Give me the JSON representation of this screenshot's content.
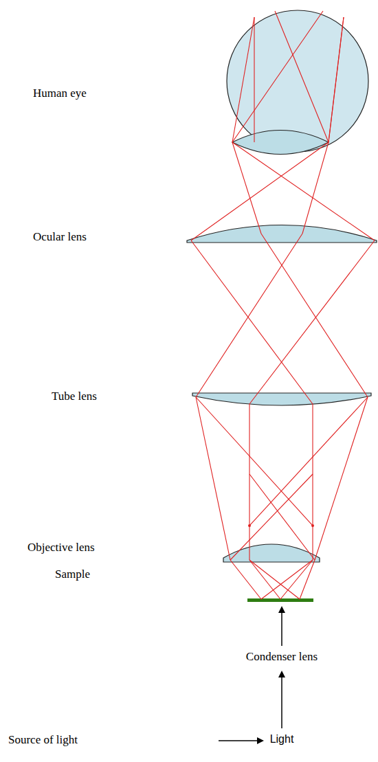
{
  "diagram": {
    "labels": [
      "Human eye",
      "Ocular lens",
      "Tube lens",
      "Objective lens",
      "Sample",
      "Condenser lens",
      "Light",
      "Source of light"
    ]
  }
}
